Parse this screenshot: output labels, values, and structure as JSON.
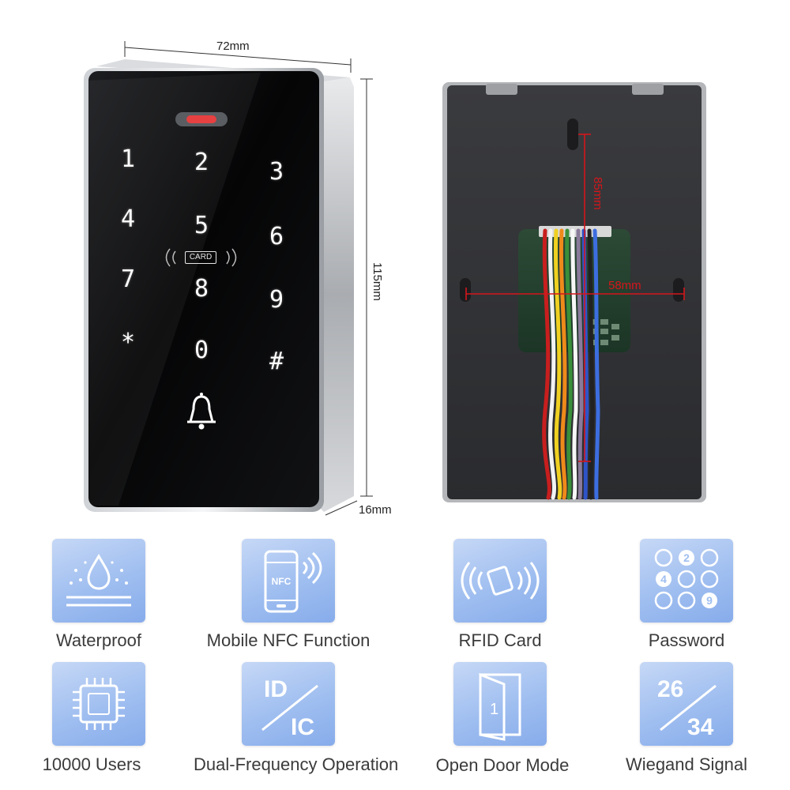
{
  "dimensions": {
    "width": "72mm",
    "height": "115mm",
    "depth": "16mm",
    "hole_vertical": "85mm",
    "hole_horizontal": "58mm"
  },
  "keypad": {
    "keys": [
      "1",
      "2",
      "3",
      "4",
      "5",
      "6",
      "7",
      "8",
      "9",
      "*",
      "0",
      "#"
    ],
    "card_label": "CARD"
  },
  "features": [
    {
      "label": "Waterproof",
      "icon": "water-drop-icon"
    },
    {
      "label": "Mobile NFC Function",
      "icon": "phone-nfc-icon",
      "icon_text": "NFC"
    },
    {
      "label": "RFID Card",
      "icon": "rfid-card-icon"
    },
    {
      "label": "Password",
      "icon": "keypad-password-icon",
      "icon_digits": [
        "2",
        "4",
        "9"
      ]
    },
    {
      "label": "10000 Users",
      "icon": "chip-icon"
    },
    {
      "label": "Dual-Frequency Operation",
      "icon": "id-ic-icon",
      "icon_text_top": "ID",
      "icon_text_bottom": "IC"
    },
    {
      "label": "Open Door Mode",
      "icon": "door-icon",
      "icon_text": "1"
    },
    {
      "label": "Wiegand Signal",
      "icon": "wiegand-icon",
      "icon_text_top": "26",
      "icon_text_bottom": "34"
    }
  ],
  "colors": {
    "tile_light": "#c6d8f6",
    "tile_dark": "#87aceb",
    "dimension_red": "#d4161b",
    "keypad_face": "#0b0b0c"
  }
}
